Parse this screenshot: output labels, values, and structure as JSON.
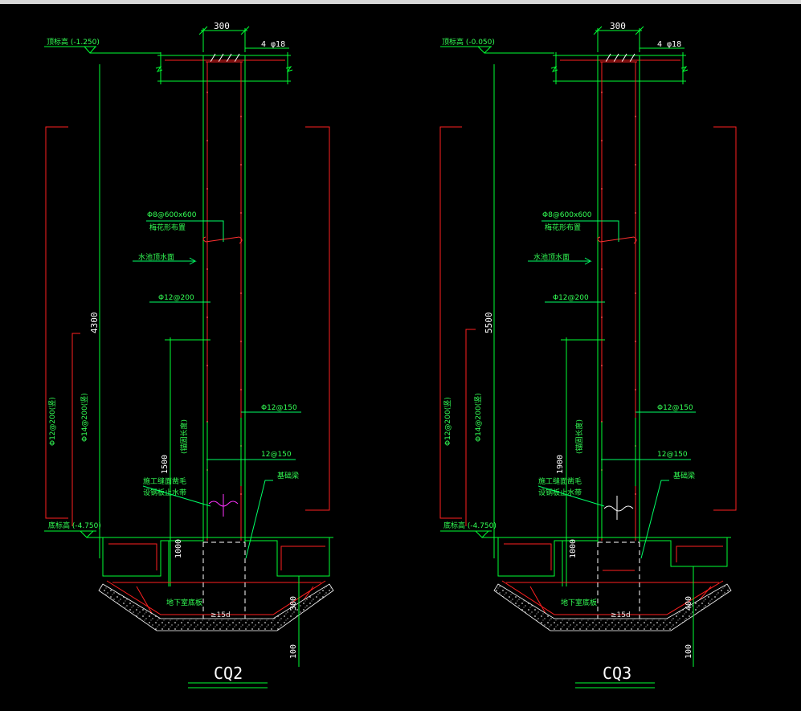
{
  "sections": [
    {
      "title": "CQ2",
      "wall_width": "300",
      "top_bar": "4 φ18",
      "top_level": "顶标高 (-1.250)",
      "bottom_level": "底标高 (-4.750)",
      "height_dim": "4300",
      "dowel_len": "1500",
      "base_dim": "1000",
      "footing_dim": "300",
      "bottom_dim": "100",
      "tie_note": "Φ8@600x600",
      "tie_note2": "梅花形布置",
      "water_level": "水池顶水面",
      "horiz_bar": "Φ12@200",
      "vert_bar_outer": "Φ12@200(竖)",
      "vert_bar_inner": "Φ14@200(竖)",
      "anchor_note": "(锚固长度)",
      "bar_a": "Φ12@150",
      "bar_b": "12@150",
      "joint_note": "施工缝面凿毛",
      "joint_note2": "设钢板止水带",
      "member_label": "基础梁",
      "slab_label": "地下室底板",
      "lap_label": "≥15d"
    },
    {
      "title": "CQ3",
      "wall_width": "300",
      "top_bar": "4 φ18",
      "top_level": "顶标高 (-0.050)",
      "bottom_level": "底标高 (-4.750)",
      "height_dim": "5500",
      "dowel_len": "1900",
      "base_dim": "1000",
      "footing_dim": "400",
      "bottom_dim": "100",
      "tie_note": "Φ8@600x600",
      "tie_note2": "梅花形布置",
      "water_level": "水池顶水面",
      "horiz_bar": "Φ12@200",
      "vert_bar_outer": "Φ12@200(竖)",
      "vert_bar_inner": "Φ14@200(竖)",
      "anchor_note": "(锚固长度)",
      "bar_a": "Φ12@150",
      "bar_b": "12@150",
      "joint_note": "施工缝面凿毛",
      "joint_note2": "设钢板止水带",
      "member_label": "基础梁",
      "slab_label": "地下室底板",
      "lap_label": "≥15d"
    }
  ],
  "colors": {
    "dim": "#00ff33",
    "outline": "#ff2020",
    "bar": "#ff3030",
    "text": "#ffffff",
    "leader": "#00ff66",
    "magenta": "#ff33ff"
  }
}
